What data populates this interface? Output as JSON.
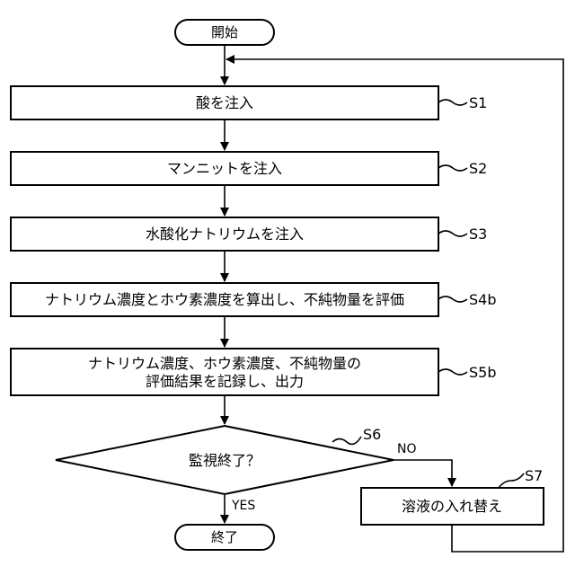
{
  "flowchart": {
    "start_label": "開始",
    "end_label": "終了",
    "steps": [
      {
        "id": "S1",
        "text": "酸を注入"
      },
      {
        "id": "S2",
        "text": "マンニットを注入"
      },
      {
        "id": "S3",
        "text": "水酸化ナトリウムを注入"
      },
      {
        "id": "S4b",
        "text": "ナトリウム濃度とホウ素濃度を算出し、不純物量を評価"
      },
      {
        "id": "S5b",
        "line1": "ナトリウム濃度、ホウ素濃度、不純物量の",
        "line2": "評価結果を記録し、出力"
      }
    ],
    "decision": {
      "id": "S6",
      "text": "監視終了？",
      "no_label": "NO",
      "yes_label": "YES"
    },
    "side_step": {
      "id": "S7",
      "text": "溶液の入れ替え"
    }
  }
}
